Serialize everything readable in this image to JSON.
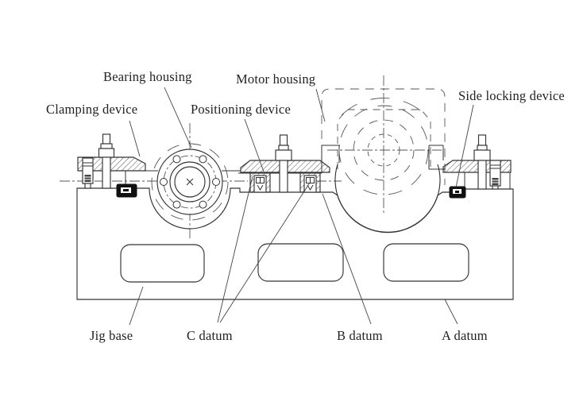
{
  "figure": {
    "labels": {
      "bearing_housing": "Bearing housing",
      "motor_housing": "Motor housing",
      "clamping_device": "Clamping device",
      "positioning_device": "Positioning device",
      "side_locking_device": "Side locking device",
      "jig_base": "Jig base",
      "c_datum": "C datum",
      "b_datum": "B datum",
      "a_datum": "A datum"
    },
    "colors": {
      "line": "#333333",
      "phantom": "#555555",
      "text": "#222222",
      "background": "#ffffff"
    }
  }
}
